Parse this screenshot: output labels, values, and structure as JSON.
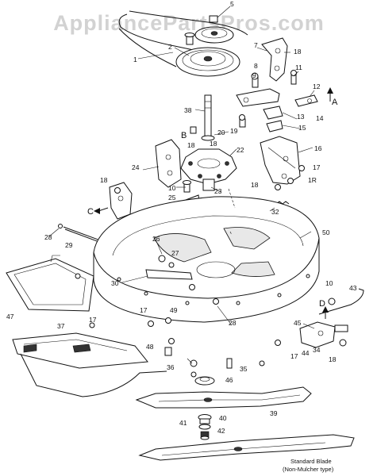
{
  "watermark": "AppliancePartsPros.com",
  "callouts": [
    {
      "id": "c1",
      "text": "1"
    },
    {
      "id": "c2",
      "text": "2"
    },
    {
      "id": "c5",
      "text": "5"
    },
    {
      "id": "c7",
      "text": "7"
    },
    {
      "id": "c8",
      "text": "8"
    },
    {
      "id": "c9",
      "text": "9"
    },
    {
      "id": "c10",
      "text": "10"
    },
    {
      "id": "c11",
      "text": "11"
    },
    {
      "id": "c12",
      "text": "12"
    },
    {
      "id": "c13",
      "text": "13"
    },
    {
      "id": "c14",
      "text": "14"
    },
    {
      "id": "c15",
      "text": "15"
    },
    {
      "id": "c16",
      "text": "16"
    },
    {
      "id": "c17a",
      "text": "17"
    },
    {
      "id": "c17b",
      "text": "17"
    },
    {
      "id": "c17c",
      "text": "17"
    },
    {
      "id": "c17d",
      "text": "17"
    },
    {
      "id": "c18a",
      "text": "18"
    },
    {
      "id": "c18b",
      "text": "18"
    },
    {
      "id": "c18c",
      "text": "18"
    },
    {
      "id": "c18d",
      "text": "1R"
    },
    {
      "id": "c18e",
      "text": "18"
    },
    {
      "id": "c18f",
      "text": "18"
    },
    {
      "id": "c19",
      "text": "19"
    },
    {
      "id": "c20",
      "text": "20"
    },
    {
      "id": "c22",
      "text": "22"
    },
    {
      "id": "c23",
      "text": "23"
    },
    {
      "id": "c24",
      "text": "24"
    },
    {
      "id": "c25",
      "text": "25"
    },
    {
      "id": "c26",
      "text": "26"
    },
    {
      "id": "c27",
      "text": "27"
    },
    {
      "id": "c28a",
      "text": "28"
    },
    {
      "id": "c28b",
      "text": "28"
    },
    {
      "id": "c29",
      "text": "29"
    },
    {
      "id": "c30",
      "text": "30"
    },
    {
      "id": "c32",
      "text": "32"
    },
    {
      "id": "c34",
      "text": "34"
    },
    {
      "id": "c35",
      "text": "35"
    },
    {
      "id": "c36",
      "text": "36"
    },
    {
      "id": "c37",
      "text": "37"
    },
    {
      "id": "c38",
      "text": "38"
    },
    {
      "id": "c39",
      "text": "39"
    },
    {
      "id": "c40",
      "text": "40"
    },
    {
      "id": "c41",
      "text": "41"
    },
    {
      "id": "c42",
      "text": "42"
    },
    {
      "id": "c43",
      "text": "43"
    },
    {
      "id": "c44",
      "text": "44"
    },
    {
      "id": "c45",
      "text": "45"
    },
    {
      "id": "c46",
      "text": "46"
    },
    {
      "id": "c47",
      "text": "47"
    },
    {
      "id": "c48",
      "text": "48"
    },
    {
      "id": "c49",
      "text": "49"
    },
    {
      "id": "c50",
      "text": "50"
    },
    {
      "id": "c18g",
      "text": "18"
    },
    {
      "id": "c10b",
      "text": "10"
    }
  ],
  "reference_letters": {
    "A": "A",
    "B": "B",
    "C": "C",
    "D": "D"
  },
  "blade_caption": {
    "line1": "Standard Blade",
    "line2": "(Non-Mulcher type)"
  }
}
